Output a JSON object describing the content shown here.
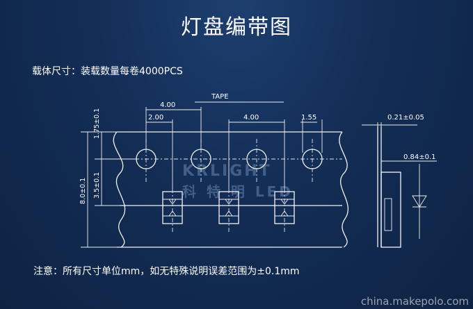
{
  "page": {
    "title": "灯盘编带图",
    "spec": "载体尺寸：装载数量每卷4000PCS",
    "note": "注意：所有尺寸单位mm，如无特殊说明误差范围为±0.1mm",
    "watermark": "china.makepolo.com"
  },
  "diagram": {
    "tape_label": "TAPE",
    "pitch_label": "4.00",
    "hole_offset_label": "2.00",
    "pocket_pitch_label": "4.00",
    "hole_dia_label": "1.55",
    "top_offset_label": "1.75±0.1",
    "tape_width_label": "8.0±0.1",
    "center_offset_label": "3.5±0.1",
    "thickness_label": "0.21±0.05",
    "pocket_depth_label": "0.84±0.1",
    "brand_text": "KRLIGHT",
    "brand_sub": "科 特 明 LED"
  },
  "colors": {
    "background": "#132d55",
    "line": "#f4f4f4",
    "watermark": "#9aa3ad"
  }
}
